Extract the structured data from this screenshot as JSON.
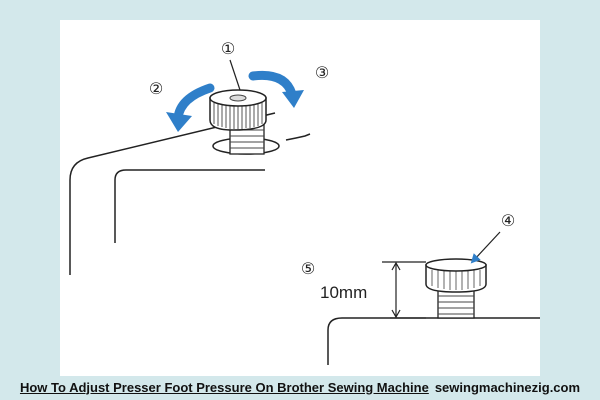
{
  "diagram": {
    "callouts": {
      "c1": "①",
      "c2": "②",
      "c3": "③",
      "c4": "④",
      "c5": "⑤"
    },
    "dimension_label": "10mm",
    "arrow_color": "#2f7fc9",
    "panel_background": "#ffffff",
    "page_background": "#d3e8eb"
  },
  "caption": {
    "title": "How To Adjust Presser Foot Pressure On Brother Sewing Machine",
    "site": "sewingmachinezig.com"
  }
}
